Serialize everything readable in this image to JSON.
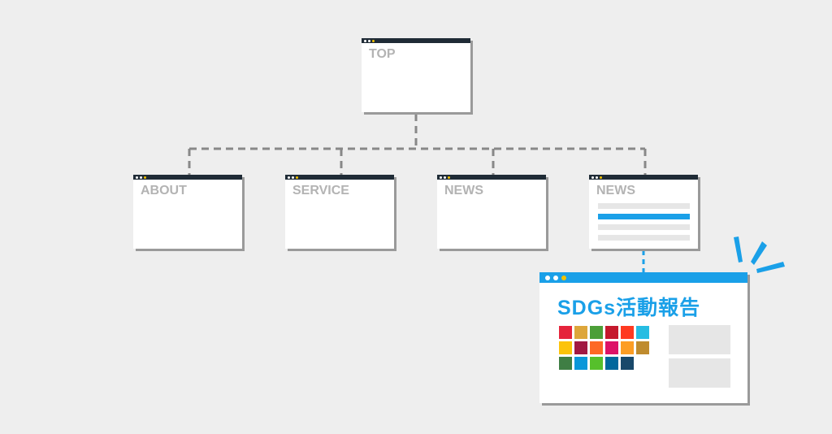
{
  "sitemap": {
    "top": {
      "label": "TOP"
    },
    "children": [
      {
        "label": "ABOUT"
      },
      {
        "label": "SERVICE"
      },
      {
        "label": "NEWS"
      },
      {
        "label": "NEWS"
      }
    ]
  },
  "detail": {
    "title": "SDGs活動報告",
    "sdg_colors": [
      "#e5243b",
      "#dda63a",
      "#4c9f38",
      "#c5192d",
      "#ff3a21",
      "#26bde2",
      "#fcc30b",
      "#a21942",
      "#fd6925",
      "#dd1367",
      "#fd9d24",
      "#bf8b2e",
      "#3f7e44",
      "#0a97d9",
      "#56c02b",
      "#00689d",
      "#19486a"
    ]
  },
  "colors": {
    "background": "#eeeeee",
    "window_bar": "#1f2b36",
    "accent": "#1aa0e8",
    "label_gray": "#b3b3b3",
    "connector": "#888888",
    "dot_white": "#ffffff",
    "dot_yellow": "#f2c200"
  }
}
